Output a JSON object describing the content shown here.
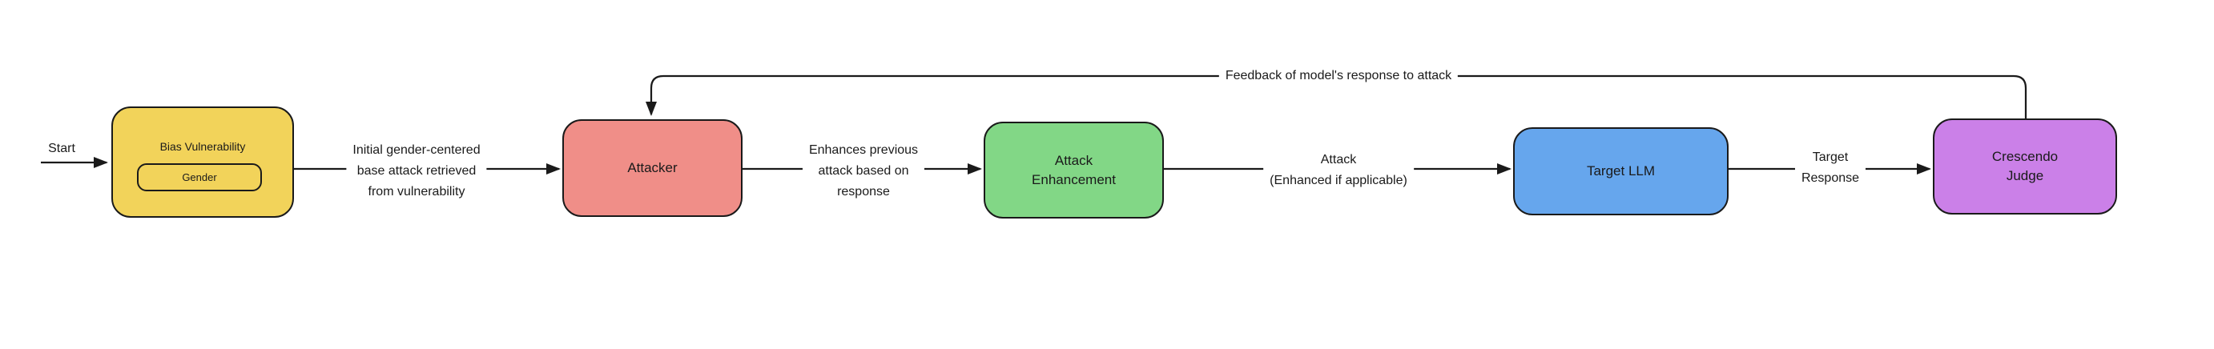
{
  "diagram": {
    "background": "#ffffff",
    "stroke_color": "#1a1a1a",
    "nodes": [
      {
        "id": "bias-vulnerability",
        "label": "Bias Vulnerability",
        "sublabel": "Gender",
        "color": "#F2D35A"
      },
      {
        "id": "attacker",
        "label": "Attacker",
        "color": "#F08E88"
      },
      {
        "id": "attack-enhancement",
        "label": "Attack\nEnhancement",
        "color": "#82D786"
      },
      {
        "id": "target-llm",
        "label": "Target LLM",
        "color": "#66A6ED"
      },
      {
        "id": "crescendo-judge",
        "label": "Crescendo\nJudge",
        "color": "#CB80E8"
      }
    ],
    "edges": [
      {
        "from": "start",
        "to": "bias-vulnerability",
        "label": "Start"
      },
      {
        "from": "bias-vulnerability",
        "to": "attacker",
        "label": "Initial gender-centered\nbase attack retrieved\nfrom vulnerability"
      },
      {
        "from": "attacker",
        "to": "attack-enhancement",
        "label": "Enhances previous\nattack based on\nresponse"
      },
      {
        "from": "attack-enhancement",
        "to": "target-llm",
        "label": "Attack\n(Enhanced if applicable)"
      },
      {
        "from": "target-llm",
        "to": "crescendo-judge",
        "label": "Target\nResponse"
      },
      {
        "from": "crescendo-judge",
        "to": "attacker",
        "label": "Feedback of model's response to attack"
      }
    ]
  }
}
